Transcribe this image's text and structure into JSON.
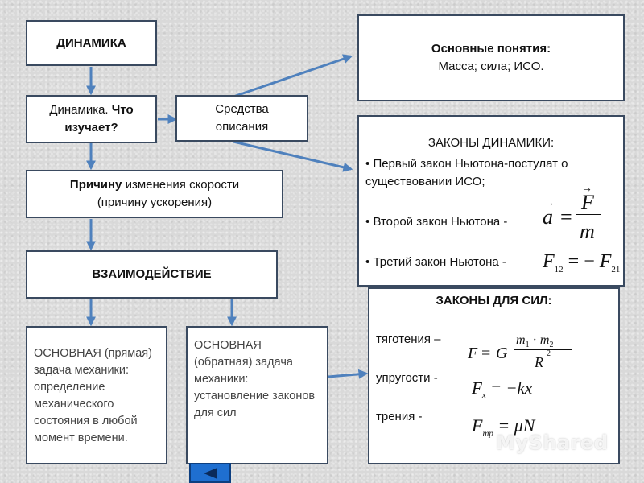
{
  "colors": {
    "arrow": "#4f81bd",
    "border": "#3a4a60",
    "button": "#1f6fd0"
  },
  "boxes": {
    "dynamics": "ДИНАМИКА",
    "what_studies_normal": "Динамика. ",
    "what_studies_bold": "Что изучает?",
    "means_line1": "Средства",
    "means_line2": "описания",
    "reason_bold": "Причину",
    "reason_rest": " изменения скорости",
    "reason_line2": "(причину ускорения)",
    "interaction": "ВЗАИМОДЕЙСТВИЕ",
    "direct_task": "ОСНОВНАЯ (прямая) задача механики: определение механического состояния в любой момент времени.",
    "inverse_task": "ОСНОВНАЯ (обратная) задача механики: установление законов для сил",
    "concepts_title": "Основные понятия:",
    "concepts_text": "Масса; сила; ИСО."
  },
  "laws": {
    "title": "ЗАКОНЫ ДИНАМИКИ:",
    "first": "Первый закон Ньютона-постулат о существовании ИСО;",
    "second": "Второй закон Ньютона -",
    "third": "Третий закон Ньютона -",
    "bullet": "•"
  },
  "forces": {
    "title": "ЗАКОНЫ ДЛЯ СИЛ:",
    "gravity": "тяготения –",
    "elastic": "упругости -",
    "friction": "трения -"
  },
  "formulas": {
    "F": "F",
    "a": "a",
    "m": "m",
    "eq": "=",
    "eqneg": "= −",
    "F12": "F",
    "s12": "12",
    "F21": "F",
    "s21": "21",
    "G": "G",
    "m1": "m",
    "s1": "1",
    "dot": " · ",
    "m2": "m",
    "s2": "2",
    "R": "R",
    "p2": "2",
    "Fx": "F",
    "sx": "x",
    "kx": "= −kx",
    "Ftr": "F",
    "str": "тр",
    "mun": "= μN"
  },
  "watermark": "MyShared",
  "icons": {
    "back": "triangle-left-icon"
  }
}
